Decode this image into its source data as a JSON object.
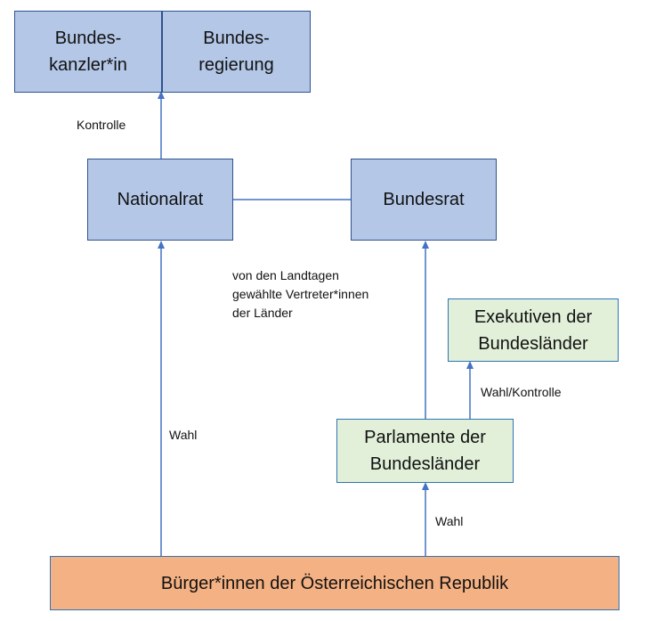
{
  "boxes": {
    "bundeskanzler": "Bundes-\nkanzler*in",
    "bundesregierung": "Bundes-\nregierung",
    "nationalrat": "Nationalrat",
    "bundesrat": "Bundesrat",
    "exekutiven": "Exekutiven der\nBundesländer",
    "parlamente": "Parlamente der\nBundesländer",
    "buerger": "Bürger*innen der Österreichischen Republik"
  },
  "labels": {
    "kontrolle": "Kontrolle",
    "landtage": "von den Landtagen\ngewählte Vertreter*innen\nder Länder",
    "wahl_kontrolle": "Wahl/Kontrolle",
    "wahl_left": "Wahl",
    "wahl_right": "Wahl"
  },
  "colors": {
    "blue_fill": "#b4c7e7",
    "blue_border": "#2f528f",
    "green_fill": "#e2f0d9",
    "orange_fill": "#f4b183",
    "arrow": "#4472c4"
  }
}
